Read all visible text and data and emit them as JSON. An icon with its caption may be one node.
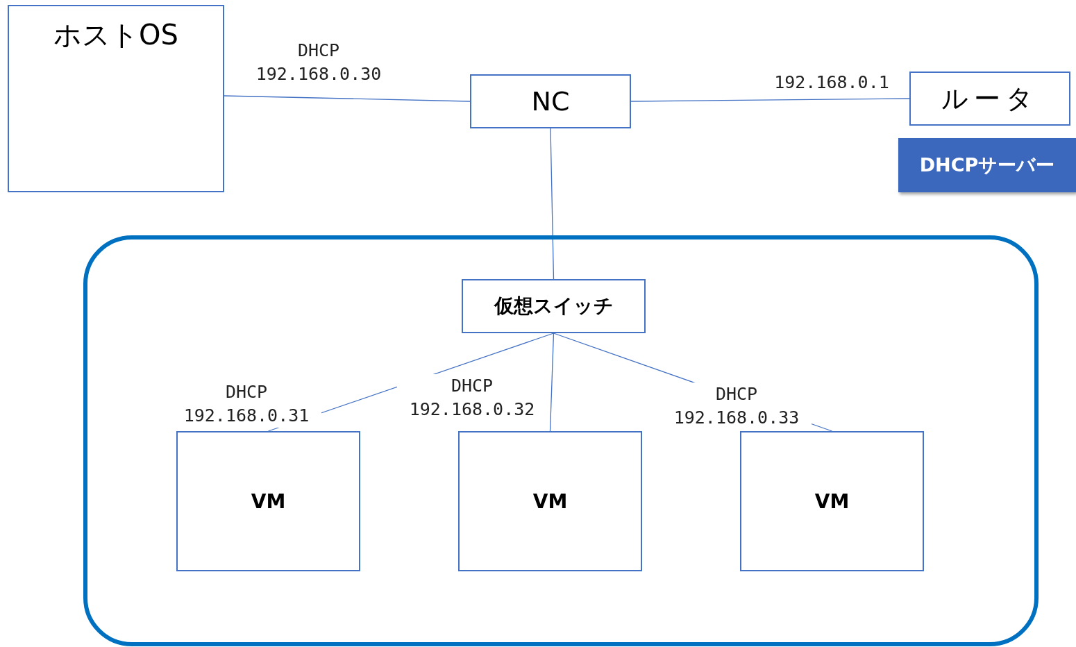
{
  "diagram": {
    "nodes": [
      {
        "text": [
          "ホストOS"
        ]
      },
      {
        "text": [
          "NC"
        ]
      },
      {
        "text": [
          "ルータ"
        ]
      },
      {
        "text": [
          "DHCPサーバー"
        ]
      },
      {
        "text": [],
        "shape": "box"
      },
      {
        "text": [
          "仮想スイッチ"
        ],
        "in": 4
      },
      {
        "text": [
          "VM"
        ],
        "in": 4
      },
      {
        "text": [
          "VM"
        ],
        "in": 4
      },
      {
        "text": [
          "VM"
        ],
        "in": 4
      }
    ],
    "edges": [
      {
        "from": 0,
        "to": 1,
        "arrow": "none",
        "label": "DHCP 192.168.0.30"
      },
      {
        "from": 1,
        "to": 2,
        "arrow": "none",
        "label": "192.168.0.1"
      },
      {
        "from": 1,
        "to": 5,
        "arrow": "none"
      },
      {
        "from": 5,
        "to": 6,
        "arrow": "none",
        "label": "DHCP 192.168.0.31"
      },
      {
        "from": 5,
        "to": 7,
        "arrow": "none",
        "label": "DHCP 192.168.0.32"
      },
      {
        "from": 5,
        "to": 8,
        "arrow": "none",
        "label": "DHCP 192.168.0.33"
      }
    ]
  }
}
